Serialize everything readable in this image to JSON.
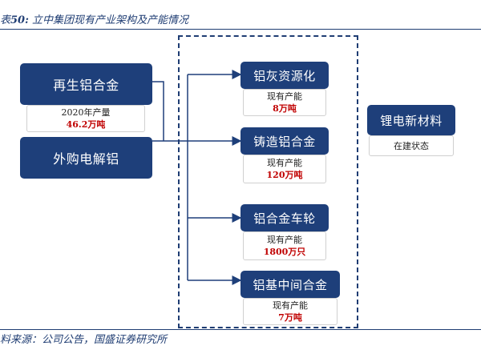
{
  "header": {
    "prefix": "表",
    "number": "50:",
    "title": "立中集团现有产业架构及产能情况"
  },
  "footer": {
    "source": "料来源：公司公告，国盛证券研究所"
  },
  "left": {
    "recycled": {
      "label": "再生铝合金",
      "caption": "2020年产量",
      "value": "46.2万吨"
    },
    "purchased": {
      "label": "外购电解铝"
    }
  },
  "products": [
    {
      "label": "铝灰资源化",
      "caption": "现有产能",
      "value": "8万吨"
    },
    {
      "label": "铸造铝合金",
      "caption": "现有产能",
      "value": "120万吨"
    },
    {
      "label": "铝合金车轮",
      "caption": "现有产能",
      "value": "1800万只"
    },
    {
      "label": "铝基中间合金",
      "caption": "现有产能",
      "value": "7万吨"
    }
  ],
  "right": {
    "lithium": {
      "label": "锂电新材料",
      "caption": "在建状态"
    }
  },
  "colors": {
    "node": "#1e3f7a",
    "value": "#c00000",
    "frame": "#1f3d73"
  }
}
